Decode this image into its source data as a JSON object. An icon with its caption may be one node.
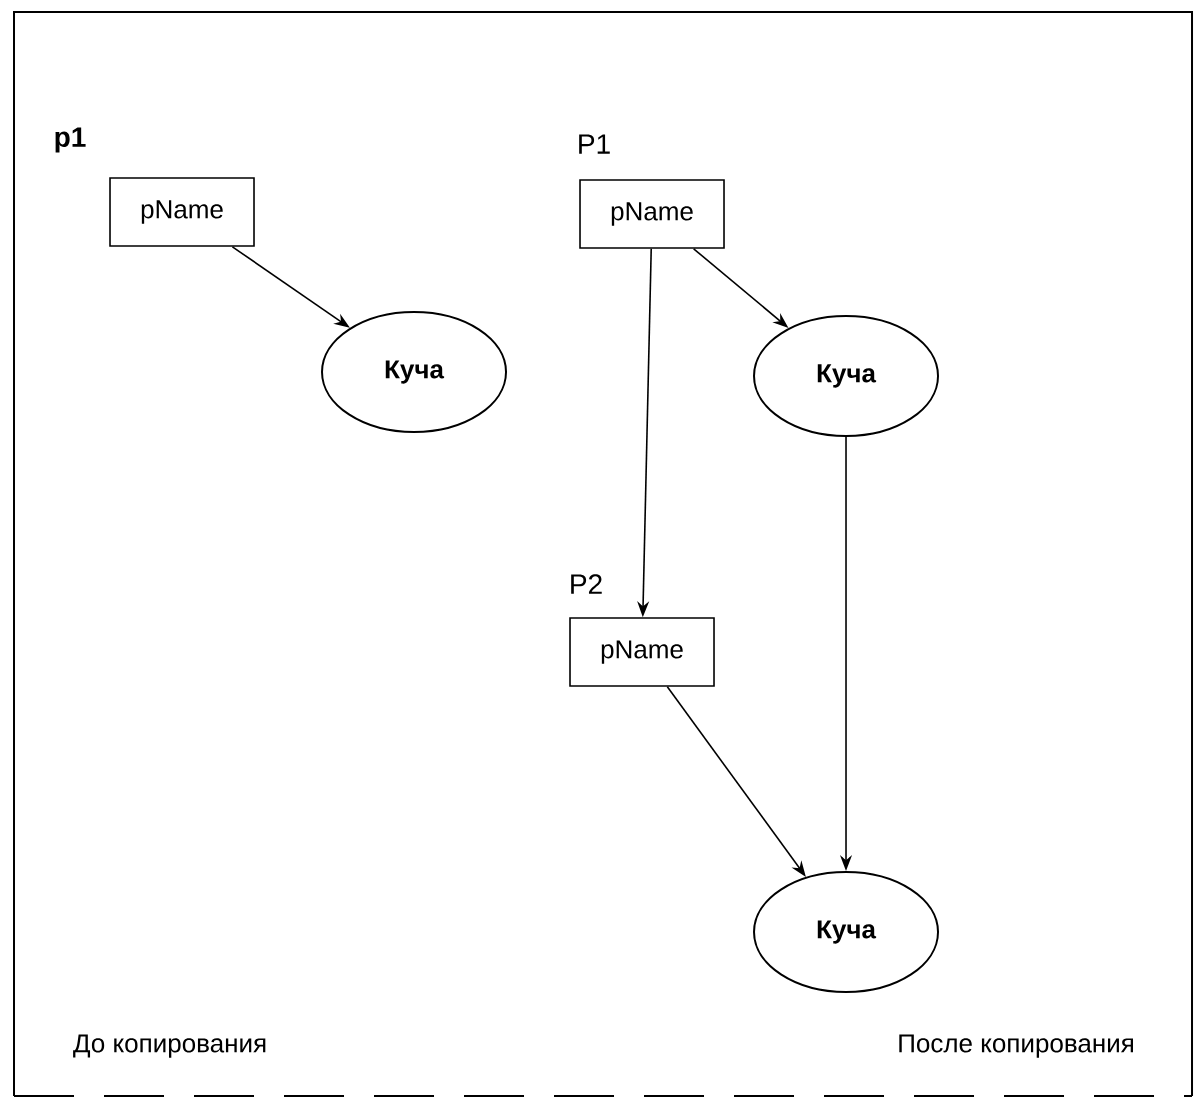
{
  "diagram": {
    "nodes": [
      {
        "text": [
          "pName"
        ],
        "beside": [
          "p1"
        ]
      },
      {
        "text": [
          "Куча"
        ]
      },
      {
        "text": [
          "pName"
        ],
        "beside": [
          "P1"
        ]
      },
      {
        "text": [
          "Куча"
        ]
      },
      {
        "text": [
          "pName"
        ],
        "beside": [
          "P2"
        ]
      },
      {
        "text": [
          "Куча"
        ]
      }
    ],
    "edges": [
      {
        "from": 0,
        "to": 1,
        "arrow": "to"
      },
      {
        "from": 2,
        "to": 3,
        "arrow": "to"
      },
      {
        "from": 2,
        "to": 4,
        "arrow": "to"
      },
      {
        "from": 3,
        "to": 5,
        "arrow": "to"
      },
      {
        "from": 4,
        "to": 5,
        "arrow": "to"
      }
    ],
    "labels": [
      "До копирования",
      "После копирования"
    ]
  }
}
